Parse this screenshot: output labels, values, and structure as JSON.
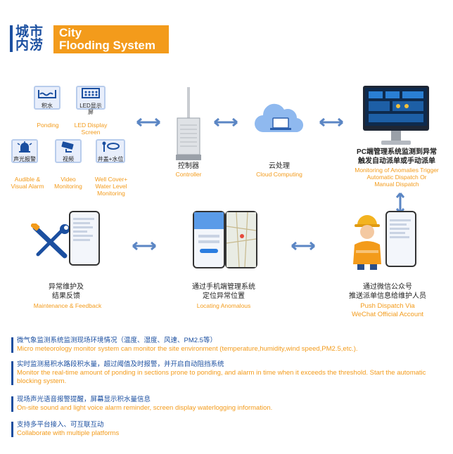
{
  "header": {
    "title_cn": "城市内涝",
    "title_en_line1": "City",
    "title_en_line2": "Flooding System"
  },
  "sensors": [
    {
      "icon": "water-level-icon",
      "label_cn": "积水",
      "caption": "Ponding"
    },
    {
      "icon": "led-screen-icon",
      "label_cn": "LED显示屏",
      "caption": "LED Display Screen"
    },
    {
      "icon": "alarm-light-icon",
      "label_cn": "声光报警",
      "caption": "Audible & Visual Alarm"
    },
    {
      "icon": "camera-icon",
      "label_cn": "视频",
      "caption": "Video Monitoring"
    },
    {
      "icon": "well-cover-icon",
      "label_cn": "井盖+水位",
      "caption": "Well Cover+ Water Level Monitoring"
    }
  ],
  "controller": {
    "cn": "控制器",
    "en": "Controller"
  },
  "cloud": {
    "cn": "云处理",
    "en": "Cloud Computing"
  },
  "pc": {
    "cn1": "PC端管理系统监测到异常",
    "cn2": "触发自动派单或手动派单",
    "en1": "Monitoring of Anomalies Trigger",
    "en2": "Automatic Dispatch Or",
    "en3": "Manual Dispatch"
  },
  "maintenance": {
    "cn1": "异常维护及",
    "cn2": "结果反馈",
    "en": "Maintenance & Feedback"
  },
  "mobile": {
    "cn1": "通过手机端管理系统",
    "cn2": "定位异常位置",
    "en": "Locating Anomalous"
  },
  "wechat": {
    "cn1": "通过微信公众号",
    "cn2": "推送派单信息给维护人员",
    "en1": "Push Dispatch Via",
    "en2": "WeChat Official Account"
  },
  "bullets": [
    {
      "cn": "微气象监测系统监测现场环境情况（温度、湿度、风速、PM2.5等）",
      "en": "Micro meteorology monitor system can monitor the site environment (temperature,humidity,wind speed,PM2.5,etc.)."
    },
    {
      "cn": "实时监测易积水路段积水量，超过阈值及时报警，并开启自动阻挡系统",
      "en": "Monitor the real-time amount of ponding in sections prone to ponding, and alarm in time when it exceeds the threshold. Start the automatic blocking system."
    },
    {
      "cn": "现场声光语音报警提醒，屏幕显示积水量信息",
      "en": "On-site sound and light voice alarm reminder, screen display waterlogging information."
    },
    {
      "cn": "支持多平台接入、可互联互动",
      "en": "Collaborate with multiple platforms"
    }
  ],
  "colors": {
    "brand_blue": "#1b4fa0",
    "accent_orange": "#f39b1b",
    "arrow_blue": "#5b86c4"
  }
}
